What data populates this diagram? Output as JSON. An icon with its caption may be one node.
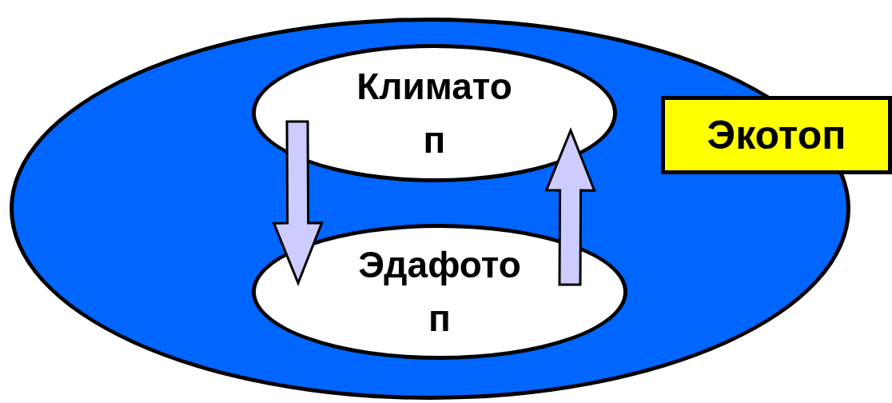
{
  "diagram": {
    "nodes": [
      {
        "text": [],
        "shape": "ellipse"
      },
      {
        "text": [
          "Экотоп"
        ]
      },
      {
        "text": [
          "Климато п"
        ],
        "in": 0
      },
      {
        "text": [
          "Эдафото п"
        ],
        "in": 0
      }
    ],
    "edges": [
      {
        "from": 2,
        "to": 3,
        "arrow": "to"
      },
      {
        "from": 3,
        "to": 2,
        "arrow": "to"
      }
    ]
  }
}
